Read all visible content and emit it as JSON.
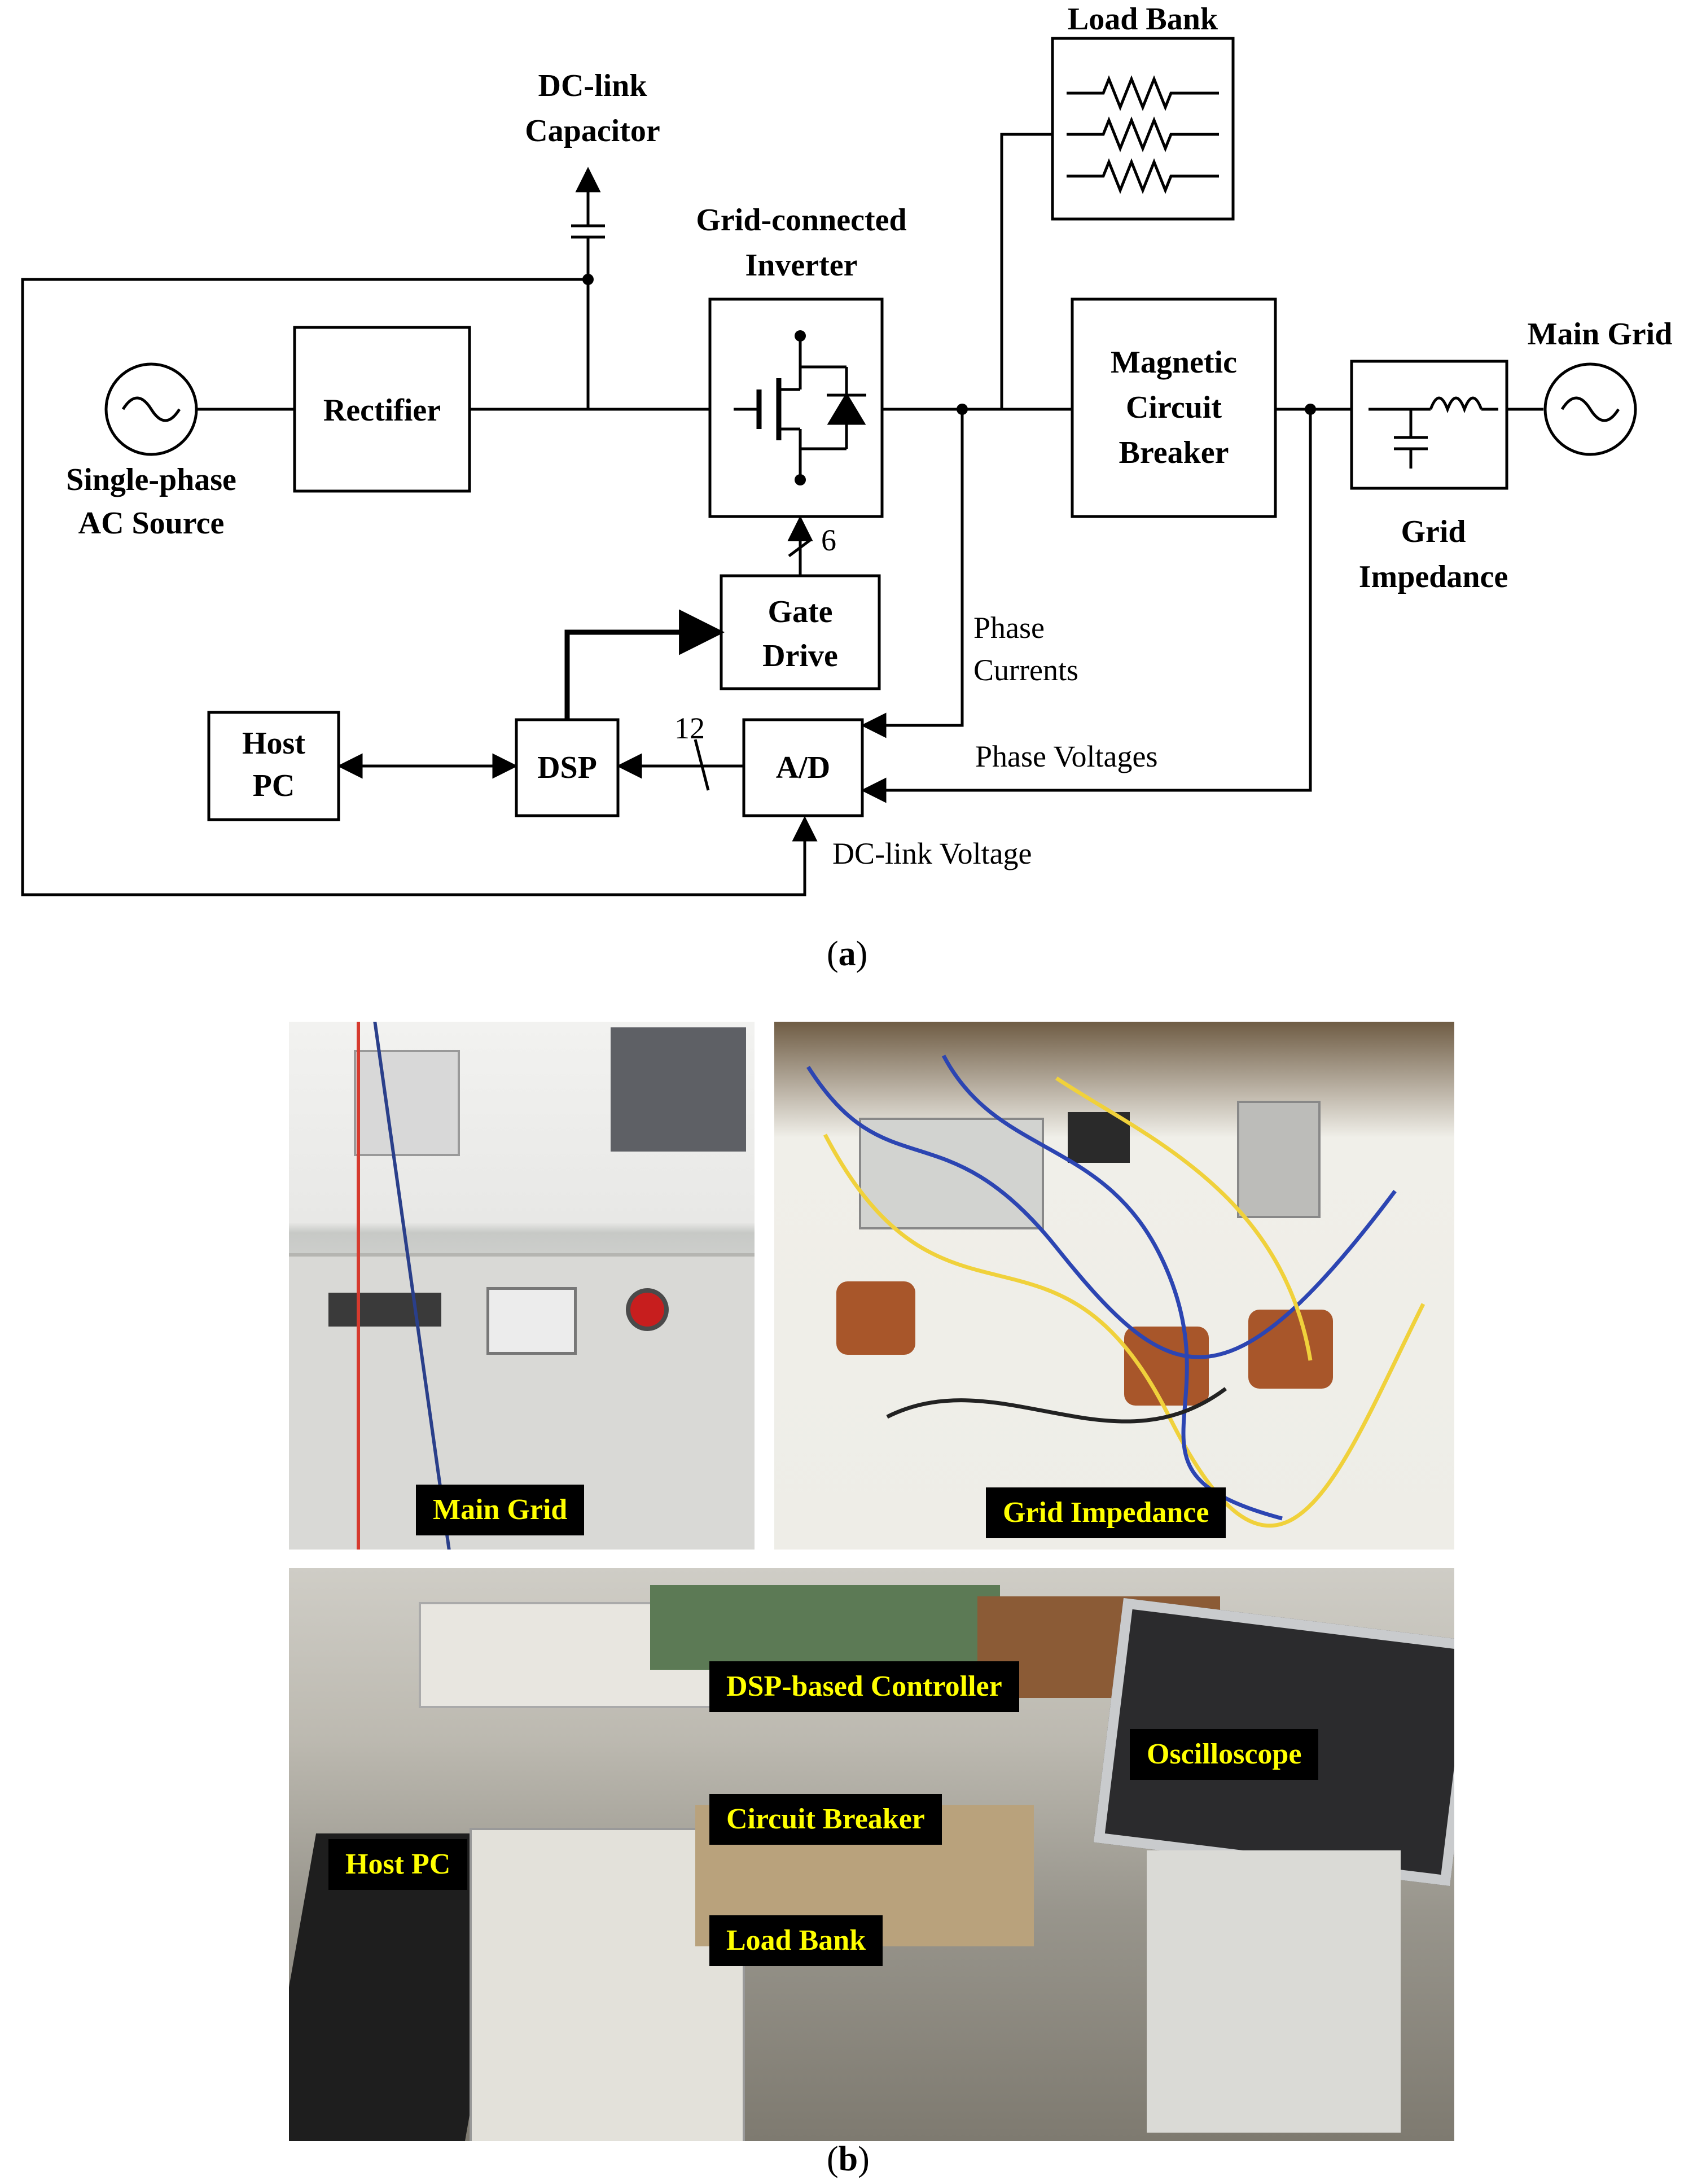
{
  "diagram_a": {
    "blocks": {
      "rectifier": "Rectifier",
      "inverter_line1": "Grid-connected",
      "inverter_line2": "Inverter",
      "breaker_line1": "Magnetic",
      "breaker_line2": "Circuit",
      "breaker_line3": "Breaker",
      "gate_line1": "Gate",
      "gate_line2": "Drive",
      "ad": "A/D",
      "dsp": "DSP",
      "host_line1": "Host",
      "host_line2": "PC",
      "load_bank": "Load Bank"
    },
    "labels": {
      "dc_cap_line1": "DC-link",
      "dc_cap_line2": "Capacitor",
      "source_line1": "Single-phase",
      "source_line2": "AC Source",
      "main_grid": "Main Grid",
      "grid_imp_line1": "Grid",
      "grid_imp_line2": "Impedance",
      "phase_currents_line1": "Phase",
      "phase_currents_line2": "Currents",
      "phase_voltages": "Phase Voltages",
      "dc_link_voltage": "DC-link Voltage",
      "bus_6": "6",
      "bus_12": "12"
    },
    "caption_open": "(",
    "caption_letter": "a",
    "caption_close": ")"
  },
  "photos_b": {
    "labels": {
      "main_grid": "Main Grid",
      "grid_impedance": "Grid Impedance",
      "dsp_controller": "DSP-based Controller",
      "oscilloscope": "Oscilloscope",
      "circuit_breaker": "Circuit Breaker",
      "host_pc": "Host PC",
      "load_bank": "Load Bank"
    },
    "caption_open": "(",
    "caption_letter": "b",
    "caption_close": ")"
  }
}
